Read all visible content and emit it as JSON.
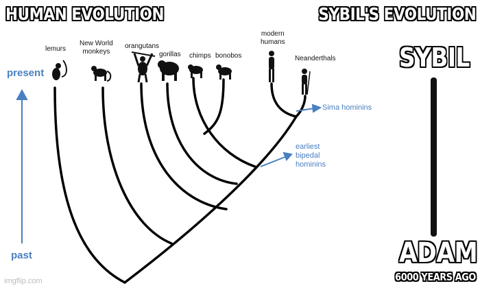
{
  "captions": {
    "left": "HUMAN EVOLUTION",
    "right": "SYBIL'S EVOLUTION",
    "sybil": "SYBIL",
    "adam": "ADAM",
    "years": "6000 YEARS AGO"
  },
  "axis": {
    "present": "present",
    "past": "past"
  },
  "species": {
    "lemurs": "lemurs",
    "new_world_monkeys": "New World\nmonkeys",
    "orangutans": "orangutans",
    "gorillas": "gorillas",
    "chimps": "chimps",
    "bonobos": "bonobos",
    "modern_humans": "modern\nhumans",
    "neanderthals": "Neanderthals"
  },
  "annotations": {
    "sima": "Sima hominins",
    "bipedal": "earliest\nbipedal\nhominins"
  },
  "watermark": "imgflip.com",
  "colors": {
    "accent_blue": "#4a7fc1",
    "tree": "#000000"
  }
}
